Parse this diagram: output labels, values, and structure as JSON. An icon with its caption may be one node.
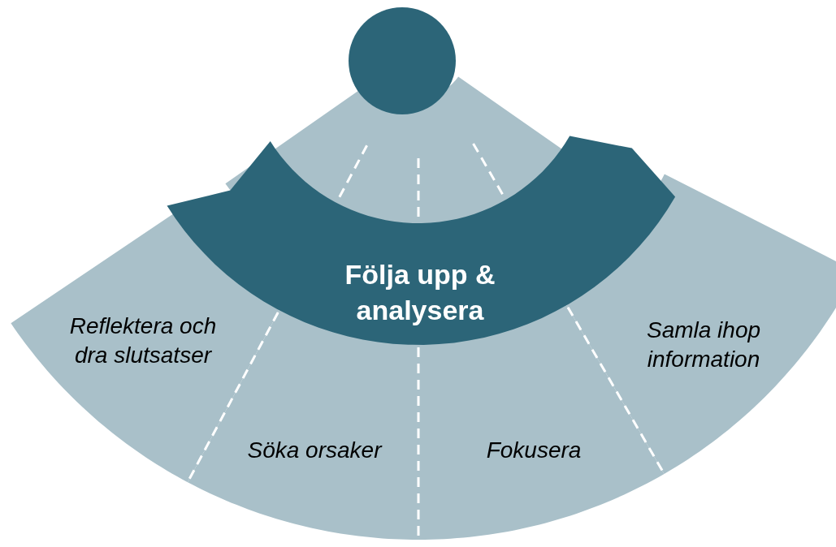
{
  "diagram": {
    "nodes": [
      {
        "text": [],
        "shape": "circle"
      },
      {
        "text": [
          "Följa upp & analysera"
        ]
      },
      {
        "text": [
          "Reflektera och dra slutsatser"
        ]
      },
      {
        "text": [
          "Söka orsaker"
        ]
      },
      {
        "text": [
          "Fokusera"
        ]
      },
      {
        "text": [
          "Samla ihop information"
        ]
      }
    ],
    "edges": []
  }
}
